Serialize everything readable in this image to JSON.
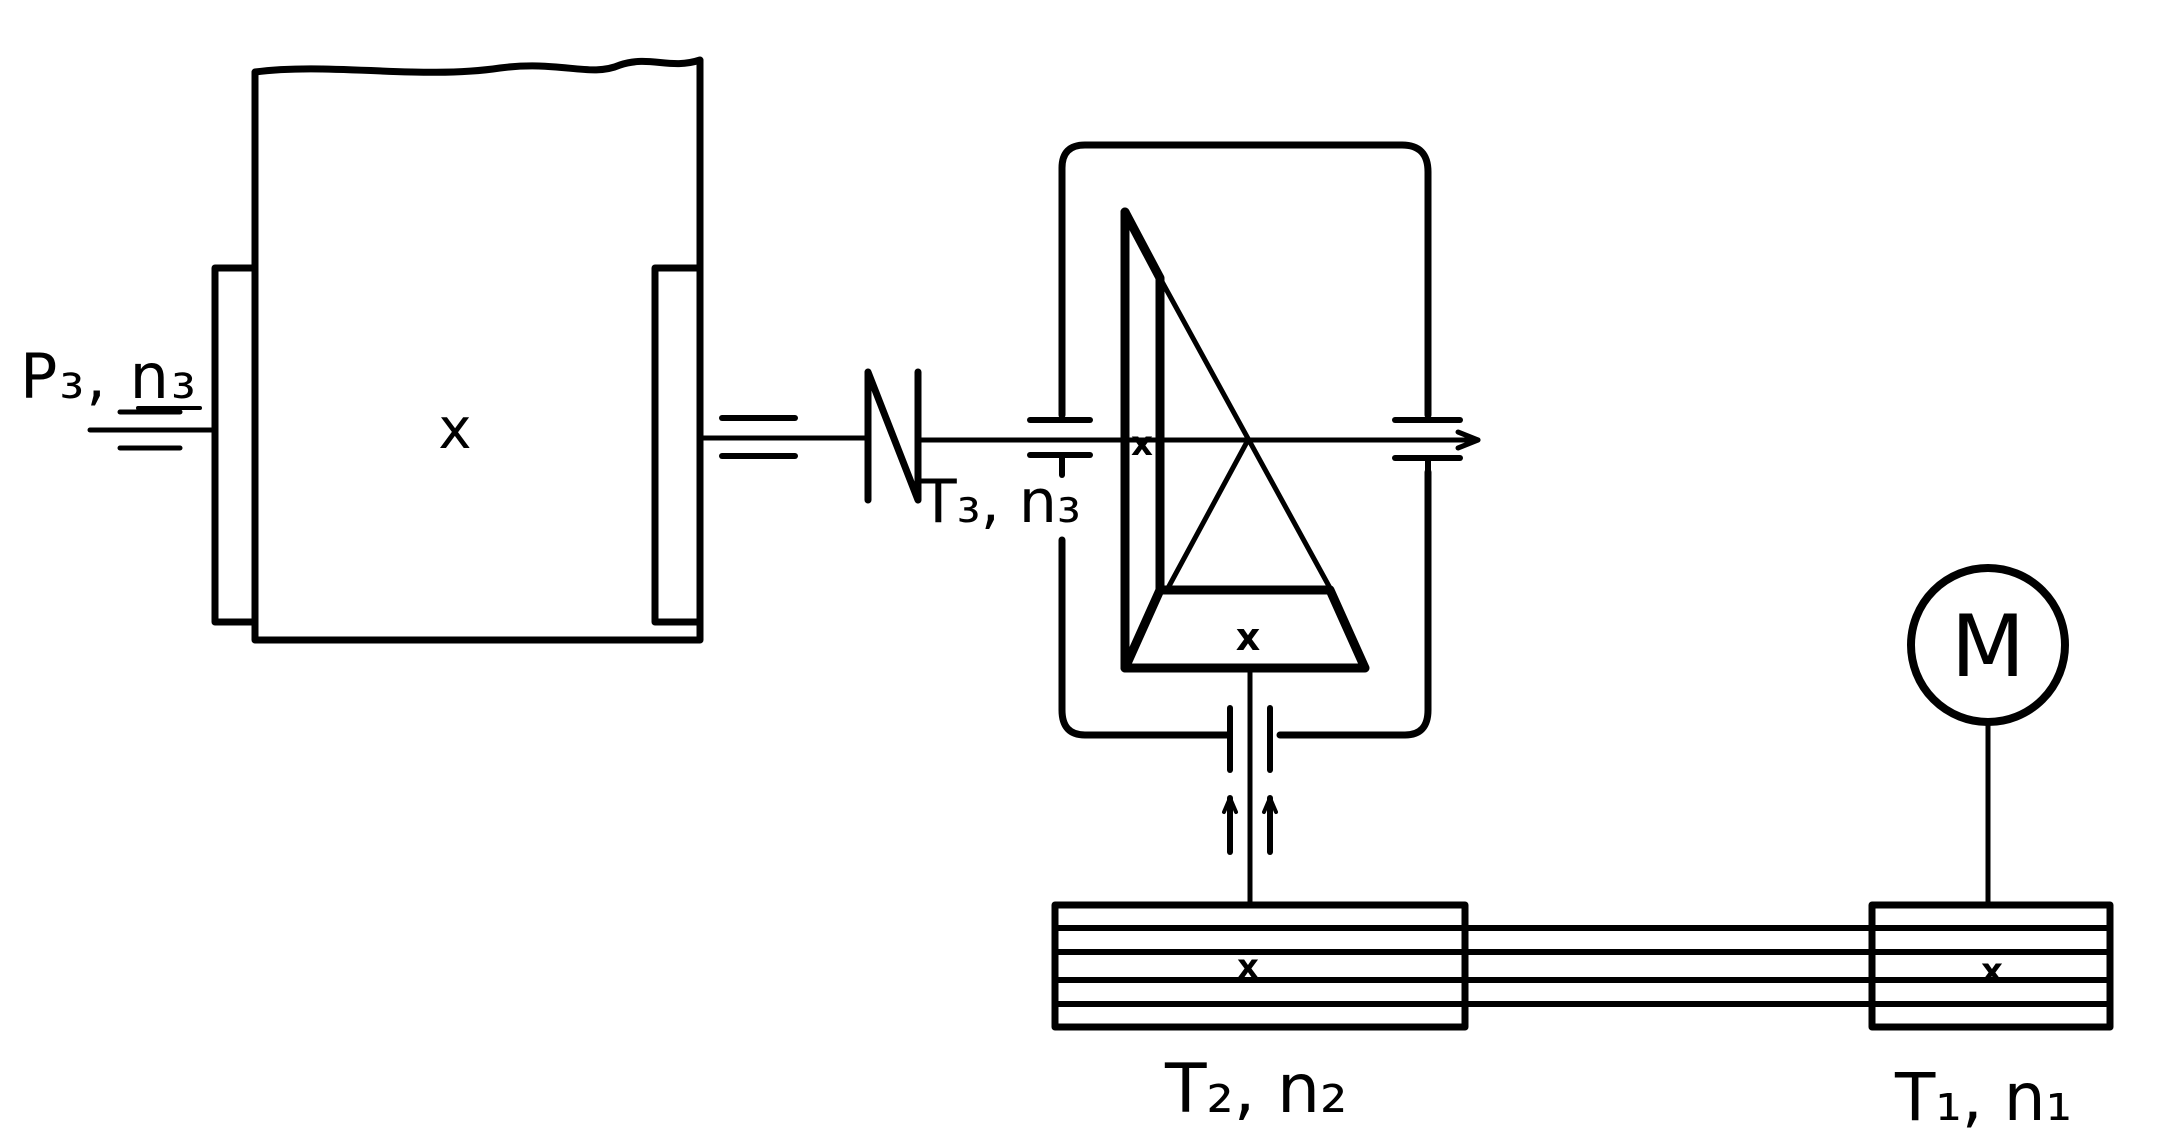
{
  "colors": {
    "ink": "#000000",
    "paper": "#ffffff"
  },
  "labels": {
    "drum_input": "P₃, n₃",
    "coupling_output": "T₃, n₃",
    "large_pulley": "T₂, n₂",
    "small_pulley": "T₁, n₁",
    "motor": "M",
    "center_mark": "x"
  },
  "icons": {
    "motor": "motor-circle-icon",
    "coupling": "coupling-zigzag-icon",
    "bevel_gear": "bevel-gear-icon"
  }
}
